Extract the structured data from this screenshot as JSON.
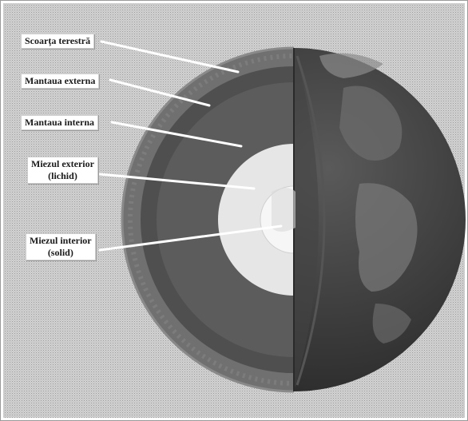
{
  "diagram": {
    "labels": {
      "crust": "Scoarța terestră",
      "outer_mantle": "Mantaua externa",
      "inner_mantle": "Mantaua interna",
      "outer_core_line1": "Miezul exterior",
      "outer_core_line2": "(lichid)",
      "inner_core_line1": "Miezul interior",
      "inner_core_line2": "(solid)"
    },
    "colors": {
      "background_pattern": "#c9c9c9",
      "crust": "#6c6c6c",
      "outer_mantle": "#4e4e4e",
      "inner_mantle": "#595959",
      "outer_core": "#e4e4e4",
      "inner_core": "#f4f4f4",
      "earth_surface": "#3a3a3a",
      "leader_line": "#ffffff"
    }
  }
}
